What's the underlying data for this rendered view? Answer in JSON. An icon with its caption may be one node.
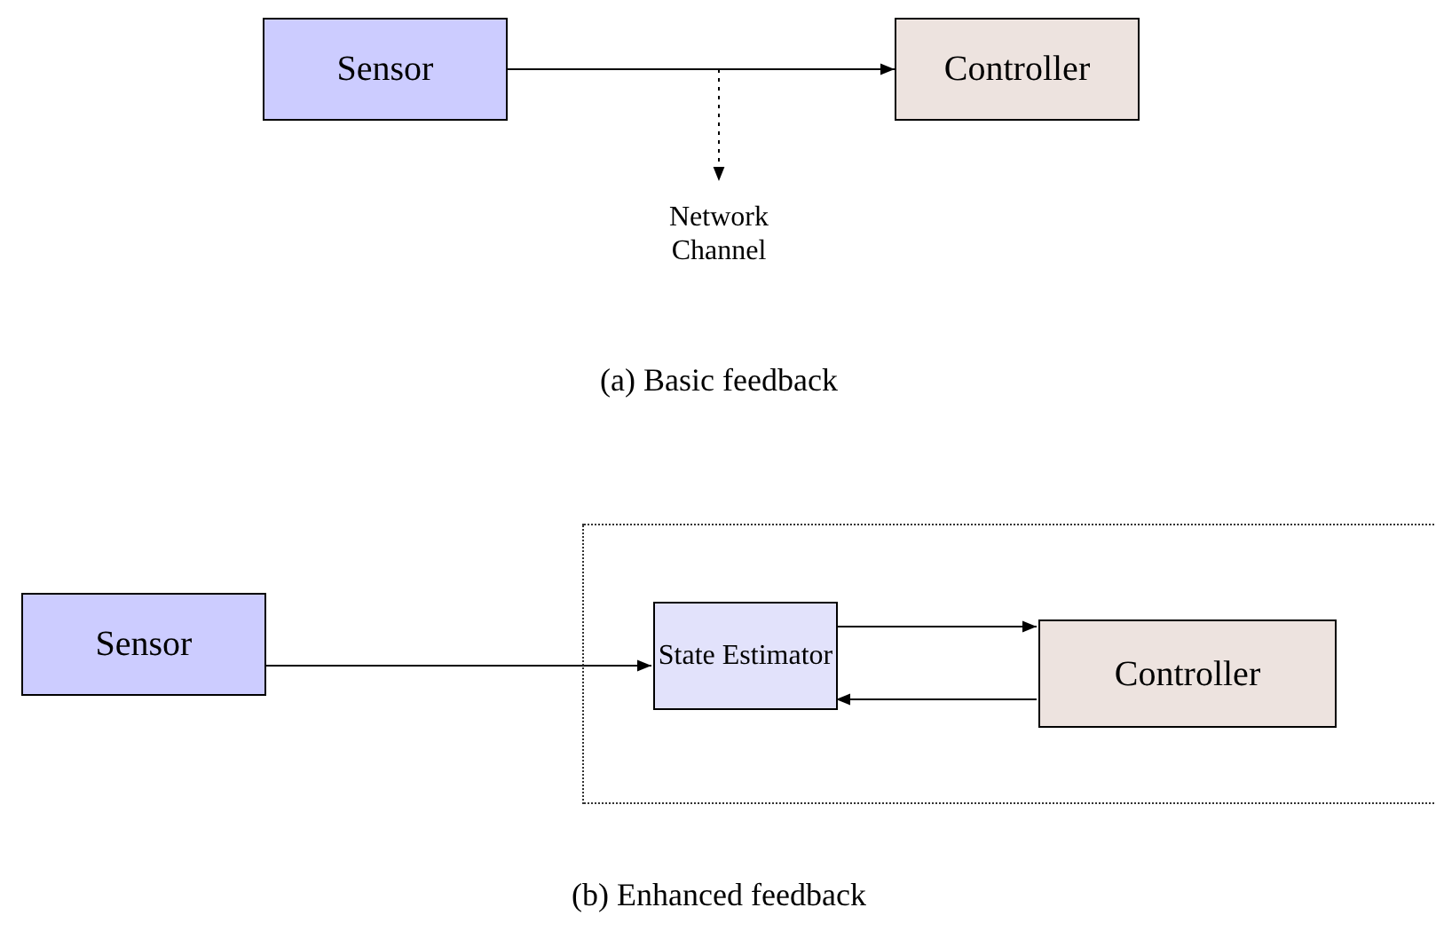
{
  "diagram": {
    "nodes": [
      {
        "text": [
          "Sensor"
        ]
      },
      {
        "text": [
          "Controller"
        ]
      },
      {
        "text": [
          "Network Channel"
        ]
      },
      {
        "text": [
          "Sensor"
        ]
      },
      {
        "text": [],
        "shape": "box"
      },
      {
        "text": [
          "State Estimator"
        ],
        "in": 4
      },
      {
        "text": [
          "Controller"
        ],
        "in": 4
      }
    ],
    "edges": [
      {
        "from": 0,
        "to": 1,
        "arrow": "to"
      },
      {
        "from": null,
        "to": 2,
        "arrow": "to",
        "style": "dashed"
      },
      {
        "from": 3,
        "to": 5,
        "arrow": "to"
      },
      {
        "from": 5,
        "to": 6,
        "arrow": "to"
      },
      {
        "from": 6,
        "to": 5,
        "arrow": "to"
      }
    ],
    "labels": [
      "(a) Basic feedback",
      "(b) Enhanced feedback"
    ]
  }
}
